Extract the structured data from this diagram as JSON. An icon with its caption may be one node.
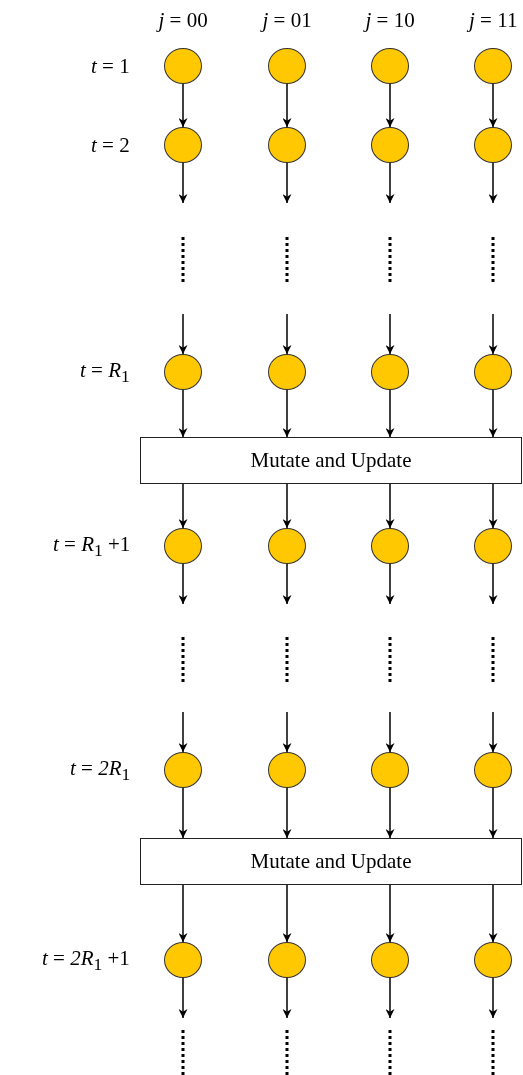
{
  "diagram": {
    "nodes": [
      {
        "text": [],
        "shape": "circle"
      },
      {
        "text": [],
        "shape": "circle"
      },
      {
        "text": [],
        "shape": "circle"
      },
      {
        "text": [],
        "shape": "circle"
      },
      {
        "text": [],
        "shape": "circle"
      },
      {
        "text": [],
        "shape": "circle"
      },
      {
        "text": [],
        "shape": "circle"
      },
      {
        "text": [],
        "shape": "circle"
      },
      {
        "text": [],
        "shape": "circle"
      },
      {
        "text": [],
        "shape": "circle"
      },
      {
        "text": [],
        "shape": "circle"
      },
      {
        "text": [],
        "shape": "circle"
      },
      {
        "text": [
          "Mutate and Update"
        ]
      },
      {
        "text": [],
        "shape": "circle"
      },
      {
        "text": [],
        "shape": "circle"
      },
      {
        "text": [],
        "shape": "circle"
      },
      {
        "text": [],
        "shape": "circle"
      },
      {
        "text": [],
        "shape": "circle"
      },
      {
        "text": [],
        "shape": "circle"
      },
      {
        "text": [],
        "shape": "circle"
      },
      {
        "text": [],
        "shape": "circle"
      },
      {
        "text": [
          "Mutate and Update"
        ]
      },
      {
        "text": [],
        "shape": "circle"
      },
      {
        "text": [],
        "shape": "circle"
      },
      {
        "text": [],
        "shape": "circle"
      },
      {
        "text": [],
        "shape": "circle"
      }
    ],
    "edges": [
      {
        "from": 0,
        "to": 4,
        "arrow": "to"
      },
      {
        "from": 1,
        "to": 5,
        "arrow": "to"
      },
      {
        "from": 2,
        "to": 6,
        "arrow": "to"
      },
      {
        "from": 3,
        "to": 7,
        "arrow": "to"
      },
      {
        "from": 4,
        "to": null,
        "arrow": "to"
      },
      {
        "from": 5,
        "to": null,
        "arrow": "to"
      },
      {
        "from": 6,
        "to": null,
        "arrow": "to"
      },
      {
        "from": 7,
        "to": null,
        "arrow": "to"
      },
      {
        "from": null,
        "to": 8,
        "arrow": "to"
      },
      {
        "from": null,
        "to": 9,
        "arrow": "to"
      },
      {
        "from": null,
        "to": 10,
        "arrow": "to"
      },
      {
        "from": null,
        "to": 11,
        "arrow": "to"
      },
      {
        "from": 8,
        "to": 12,
        "arrow": "to"
      },
      {
        "from": 9,
        "to": 12,
        "arrow": "to"
      },
      {
        "from": 10,
        "to": 12,
        "arrow": "to"
      },
      {
        "from": 11,
        "to": 12,
        "arrow": "to"
      },
      {
        "from": 12,
        "to": 13,
        "arrow": "to"
      },
      {
        "from": 12,
        "to": 14,
        "arrow": "to"
      },
      {
        "from": 12,
        "to": 15,
        "arrow": "to"
      },
      {
        "from": 12,
        "to": 16,
        "arrow": "to"
      },
      {
        "from": 13,
        "to": null,
        "arrow": "to"
      },
      {
        "from": 14,
        "to": null,
        "arrow": "to"
      },
      {
        "from": 15,
        "to": null,
        "arrow": "to"
      },
      {
        "from": 16,
        "to": null,
        "arrow": "to"
      },
      {
        "from": null,
        "to": 17,
        "arrow": "to"
      },
      {
        "from": null,
        "to": 18,
        "arrow": "to"
      },
      {
        "from": null,
        "to": 19,
        "arrow": "to"
      },
      {
        "from": null,
        "to": 20,
        "arrow": "to"
      },
      {
        "from": 17,
        "to": 21,
        "arrow": "to"
      },
      {
        "from": 18,
        "to": 21,
        "arrow": "to"
      },
      {
        "from": 19,
        "to": 21,
        "arrow": "to"
      },
      {
        "from": 20,
        "to": 21,
        "arrow": "to"
      },
      {
        "from": 21,
        "to": 22,
        "arrow": "to"
      },
      {
        "from": 21,
        "to": 23,
        "arrow": "to"
      },
      {
        "from": 21,
        "to": 24,
        "arrow": "to"
      },
      {
        "from": 21,
        "to": 25,
        "arrow": "to"
      },
      {
        "from": 22,
        "to": null,
        "arrow": "to"
      },
      {
        "from": 23,
        "to": null,
        "arrow": "to"
      },
      {
        "from": 24,
        "to": null,
        "arrow": "to"
      },
      {
        "from": 25,
        "to": null,
        "arrow": "to"
      }
    ],
    "labels": [
      "*j* = 00",
      "*j* = 01",
      "*j* = 10",
      "*j* = 11",
      "*t* = 1",
      "*t* = 2",
      "*t* = *R*$_{1}$",
      "*t* = *R*$_{1}$ +1",
      "*t* = *2R*$_{1}$",
      "*t* = *2R*$_{1}$ +1"
    ]
  }
}
